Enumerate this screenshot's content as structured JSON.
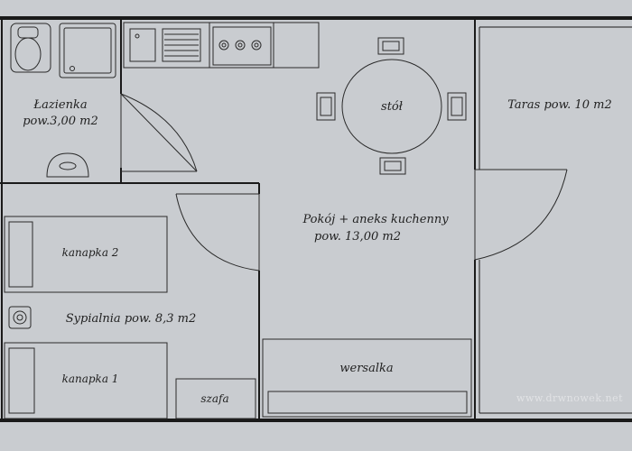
{
  "rooms": {
    "bathroom": {
      "name": "Łazienka",
      "area": "pow.3,00 m2"
    },
    "living": {
      "name": "Pokój + aneks kuchenny",
      "area": "pow. 13,00 m2"
    },
    "bedroom": {
      "label": "Sypialnia pow. 8,3 m2"
    },
    "terrace": {
      "label": "Taras pow. 10 m2"
    }
  },
  "furniture": {
    "table": "stół",
    "sofa2": "kanapka 2",
    "sofa1": "kanapka 1",
    "wardrobe": "szafa",
    "sofa_bed": "wersalka"
  },
  "watermark": "www.drwnowek.net",
  "colors": {
    "paper": "#c9ccd0",
    "wall": "#1a1a1a",
    "line": "#2a2a2a"
  }
}
